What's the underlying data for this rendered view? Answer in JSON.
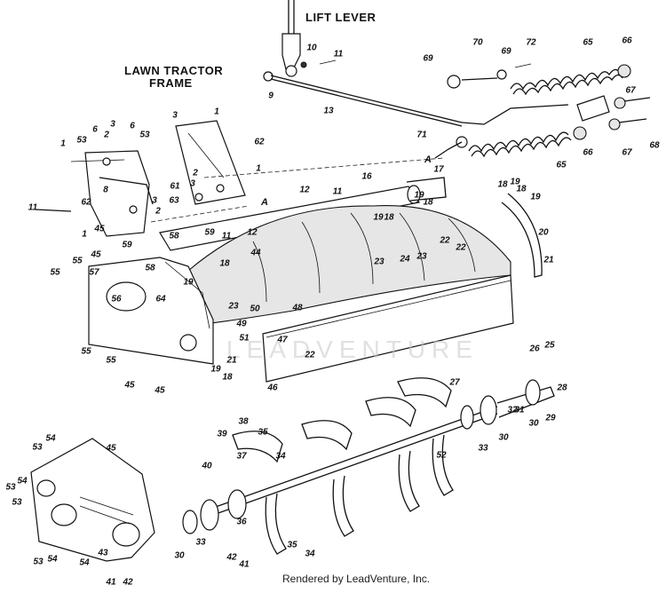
{
  "titles": {
    "lift_lever": "LIFT LEVER",
    "frame_line1": "LAWN TRACTOR",
    "frame_line2": "FRAME"
  },
  "watermark": "LEADVENTURE",
  "footer": "Rendered by LeadVenture, Inc.",
  "callouts": [
    {
      "id": "c-10",
      "text": "10"
    },
    {
      "id": "c-11a",
      "text": "11"
    },
    {
      "id": "c-9",
      "text": "9"
    },
    {
      "id": "c-13",
      "text": "13"
    },
    {
      "id": "c-69a",
      "text": "69"
    },
    {
      "id": "c-70",
      "text": "70"
    },
    {
      "id": "c-69b",
      "text": "69"
    },
    {
      "id": "c-72",
      "text": "72"
    },
    {
      "id": "c-65a",
      "text": "65"
    },
    {
      "id": "c-66a",
      "text": "66"
    },
    {
      "id": "c-67a",
      "text": "67"
    },
    {
      "id": "c-71",
      "text": "71"
    },
    {
      "id": "c-66b",
      "text": "66"
    },
    {
      "id": "c-67b",
      "text": "67"
    },
    {
      "id": "c-68",
      "text": "68"
    },
    {
      "id": "c-65b",
      "text": "65"
    },
    {
      "id": "c-A1",
      "text": "A"
    },
    {
      "id": "c-3a",
      "text": "3"
    },
    {
      "id": "c-1a",
      "text": "1"
    },
    {
      "id": "c-62a",
      "text": "62"
    },
    {
      "id": "c-6a",
      "text": "6"
    },
    {
      "id": "c-3b",
      "text": "3"
    },
    {
      "id": "c-6b",
      "text": "6"
    },
    {
      "id": "c-53a",
      "text": "53"
    },
    {
      "id": "c-53b",
      "text": "53"
    },
    {
      "id": "c-2a",
      "text": "2"
    },
    {
      "id": "c-1b",
      "text": "1"
    },
    {
      "id": "c-8",
      "text": "8"
    },
    {
      "id": "c-62b",
      "text": "62"
    },
    {
      "id": "c-61",
      "text": "61"
    },
    {
      "id": "c-11b",
      "text": "11"
    },
    {
      "id": "c-2b",
      "text": "2"
    },
    {
      "id": "c-3c",
      "text": "3"
    },
    {
      "id": "c-1c",
      "text": "1"
    },
    {
      "id": "c-63",
      "text": "63"
    },
    {
      "id": "c-3d",
      "text": "3"
    },
    {
      "id": "c-2c",
      "text": "2"
    },
    {
      "id": "c-A2",
      "text": "A"
    },
    {
      "id": "c-12a",
      "text": "12"
    },
    {
      "id": "c-11c",
      "text": "11"
    },
    {
      "id": "c-16",
      "text": "16"
    },
    {
      "id": "c-17",
      "text": "17"
    },
    {
      "id": "c-45a",
      "text": "45"
    },
    {
      "id": "c-58a",
      "text": "58"
    },
    {
      "id": "c-59a",
      "text": "59"
    },
    {
      "id": "c-11d",
      "text": "11"
    },
    {
      "id": "c-12b",
      "text": "12"
    },
    {
      "id": "c-59b",
      "text": "59"
    },
    {
      "id": "c-58b",
      "text": "58"
    },
    {
      "id": "c-1d",
      "text": "1"
    },
    {
      "id": "c-55a",
      "text": "55"
    },
    {
      "id": "c-45b",
      "text": "45"
    },
    {
      "id": "c-55b",
      "text": "55"
    },
    {
      "id": "c-56",
      "text": "56"
    },
    {
      "id": "c-57",
      "text": "57"
    },
    {
      "id": "c-44",
      "text": "44"
    },
    {
      "id": "c-18a",
      "text": "18"
    },
    {
      "id": "c-19a",
      "text": "19"
    },
    {
      "id": "c-64",
      "text": "64"
    },
    {
      "id": "c-23a",
      "text": "23"
    },
    {
      "id": "c-50",
      "text": "50"
    },
    {
      "id": "c-49",
      "text": "49"
    },
    {
      "id": "c-51",
      "text": "51"
    },
    {
      "id": "c-48",
      "text": "48"
    },
    {
      "id": "c-47",
      "text": "47"
    },
    {
      "id": "c-19b",
      "text": "19"
    },
    {
      "id": "c-18b",
      "text": "18"
    },
    {
      "id": "c-19c",
      "text": "19"
    },
    {
      "id": "c-18c",
      "text": "18"
    },
    {
      "id": "c-23b",
      "text": "23"
    },
    {
      "id": "c-24",
      "text": "24"
    },
    {
      "id": "c-23c",
      "text": "23"
    },
    {
      "id": "c-22a",
      "text": "22"
    },
    {
      "id": "c-22b",
      "text": "22"
    },
    {
      "id": "c-18d",
      "text": "18"
    },
    {
      "id": "c-19d",
      "text": "19"
    },
    {
      "id": "c-18e",
      "text": "18"
    },
    {
      "id": "c-19e",
      "text": "19"
    },
    {
      "id": "c-20",
      "text": "20"
    },
    {
      "id": "c-21a",
      "text": "21"
    },
    {
      "id": "c-21b",
      "text": "21"
    },
    {
      "id": "c-19f",
      "text": "19"
    },
    {
      "id": "c-18f",
      "text": "18"
    },
    {
      "id": "c-22c",
      "text": "22"
    },
    {
      "id": "c-55c",
      "text": "55"
    },
    {
      "id": "c-55d",
      "text": "55"
    },
    {
      "id": "c-45c",
      "text": "45"
    },
    {
      "id": "c-45d",
      "text": "45"
    },
    {
      "id": "c-46",
      "text": "46"
    },
    {
      "id": "c-26",
      "text": "26"
    },
    {
      "id": "c-25",
      "text": "25"
    },
    {
      "id": "c-27",
      "text": "27"
    },
    {
      "id": "c-28",
      "text": "28"
    },
    {
      "id": "c-32",
      "text": "32"
    },
    {
      "id": "c-31",
      "text": "31"
    },
    {
      "id": "c-29",
      "text": "29"
    },
    {
      "id": "c-30a",
      "text": "30"
    },
    {
      "id": "c-30b",
      "text": "30"
    },
    {
      "id": "c-33a",
      "text": "33"
    },
    {
      "id": "c-52",
      "text": "52"
    },
    {
      "id": "c-38",
      "text": "38"
    },
    {
      "id": "c-35a",
      "text": "35"
    },
    {
      "id": "c-39",
      "text": "39"
    },
    {
      "id": "c-37",
      "text": "37"
    },
    {
      "id": "c-34a",
      "text": "34"
    },
    {
      "id": "c-40",
      "text": "40"
    },
    {
      "id": "c-36",
      "text": "36"
    },
    {
      "id": "c-35b",
      "text": "35"
    },
    {
      "id": "c-34b",
      "text": "34"
    },
    {
      "id": "c-54a",
      "text": "54"
    },
    {
      "id": "c-53c",
      "text": "53"
    },
    {
      "id": "c-45e",
      "text": "45"
    },
    {
      "id": "c-53d",
      "text": "53"
    },
    {
      "id": "c-54b",
      "text": "54"
    },
    {
      "id": "c-53e",
      "text": "53"
    },
    {
      "id": "c-54c",
      "text": "54"
    },
    {
      "id": "c-53f",
      "text": "53"
    },
    {
      "id": "c-54d",
      "text": "54"
    },
    {
      "id": "c-43",
      "text": "43"
    },
    {
      "id": "c-30c",
      "text": "30"
    },
    {
      "id": "c-33b",
      "text": "33"
    },
    {
      "id": "c-42a",
      "text": "42"
    },
    {
      "id": "c-41a",
      "text": "41"
    },
    {
      "id": "c-41b",
      "text": "41"
    },
    {
      "id": "c-42b",
      "text": "42"
    }
  ]
}
